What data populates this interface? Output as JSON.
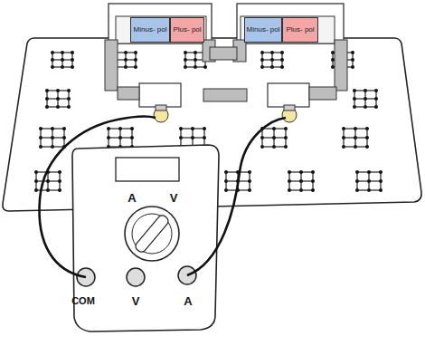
{
  "diagram": {
    "nodes": [
      {
        "text": [
          "Minus- pol"
        ]
      },
      {
        "text": [
          "Plus- pol"
        ]
      },
      {
        "text": [
          "Minus- pol"
        ]
      },
      {
        "text": [
          "Plus- pol"
        ]
      }
    ],
    "labels": [
      "A",
      "V",
      "COM",
      "V",
      "A"
    ]
  }
}
